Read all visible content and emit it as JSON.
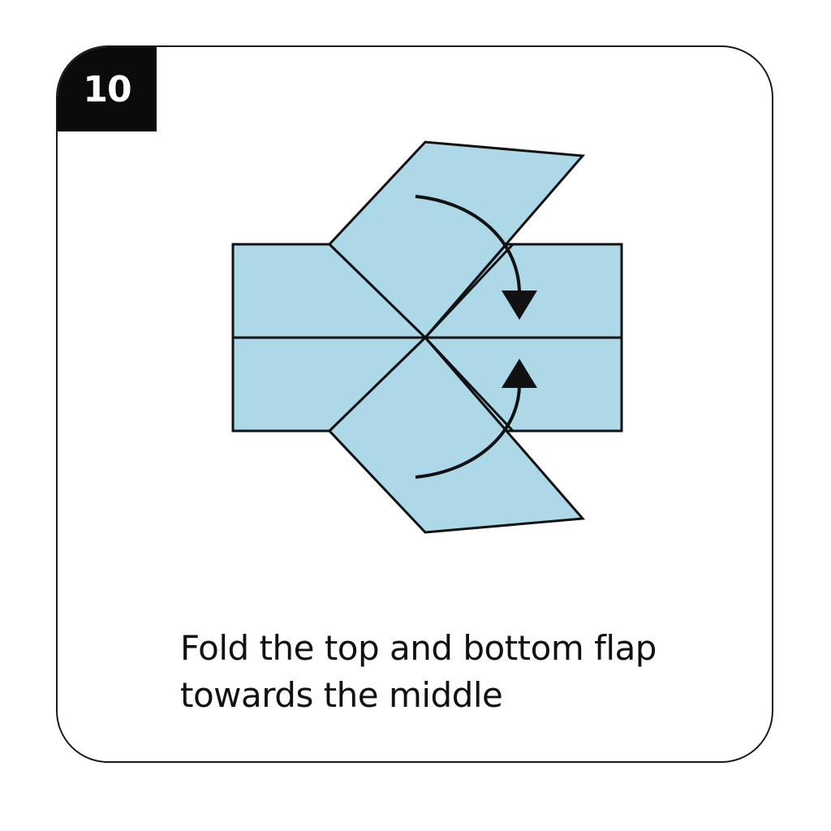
{
  "step": {
    "number": "10"
  },
  "instruction": {
    "line1": "Fold the top and bottom flap",
    "line2": "towards the middle"
  },
  "colors": {
    "paper": "#acd8e8",
    "outline": "#111111",
    "badge": "#0b0b0b",
    "badge_text": "#ffffff",
    "card_border": "#1a1a1a"
  },
  "icons": {
    "fold_arrow_down": "curved-arrow-down-icon",
    "fold_arrow_up": "curved-arrow-up-icon"
  }
}
